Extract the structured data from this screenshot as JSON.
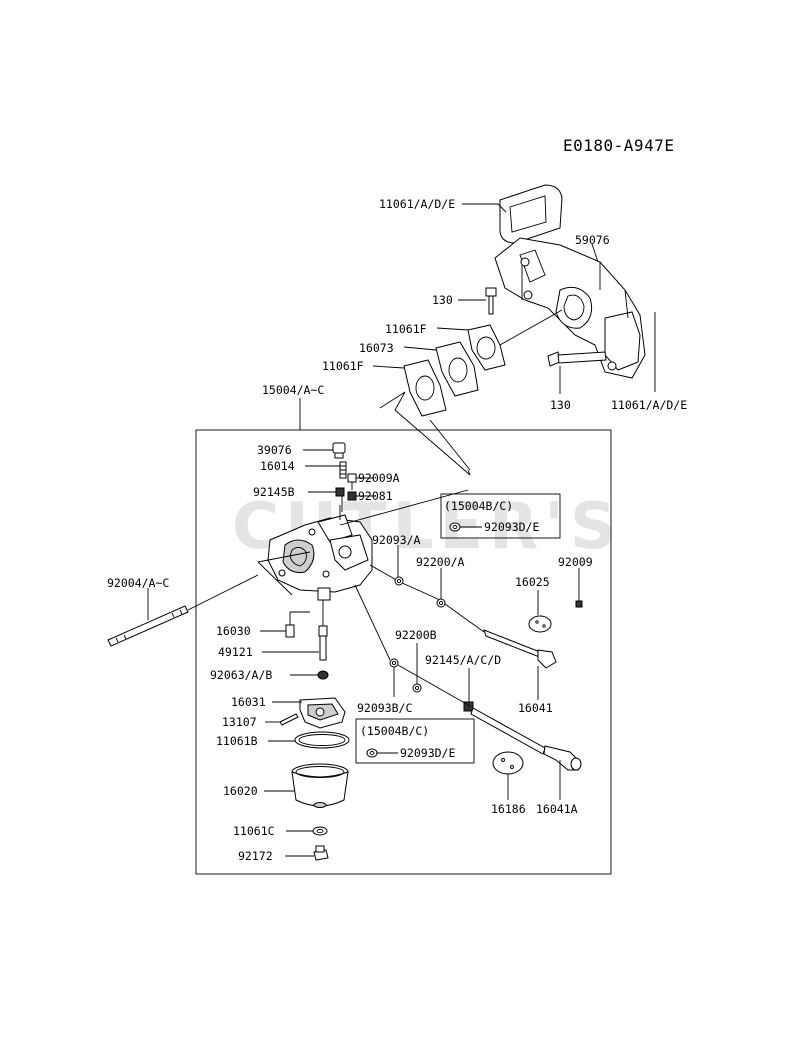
{
  "diagram_code": "E0180-A947E",
  "watermark": "CUTLER'S",
  "labels": {
    "l_11061ade_top": "11061/A/D/E",
    "l_59076": "59076",
    "l_130_a": "130",
    "l_11061f_a": "11061F",
    "l_16073": "16073",
    "l_11061f_b": "11061F",
    "l_130_b": "130",
    "l_11061ade_bot": "11061/A/D/E",
    "l_15004": "15004/A~C",
    "l_39076": "39076",
    "l_16014": "16014",
    "l_92009a": "92009A",
    "l_92145b": "92145B",
    "l_92081": "92081",
    "l_box1_title": "(15004B/C)",
    "l_box1_part": "92093D/E",
    "l_92093a": "92093/A",
    "l_92200a": "92200/A",
    "l_92009": "92009",
    "l_16025": "16025",
    "l_92004": "92004/A~C",
    "l_16030": "16030",
    "l_49121": "49121",
    "l_92200b": "92200B",
    "l_92145acd": "92145/A/C/D",
    "l_92063": "92063/A/B",
    "l_16041": "16041",
    "l_92093bc": "92093B/C",
    "l_16031": "16031",
    "l_13107": "13107",
    "l_11061b": "11061B",
    "l_box2_title": "(15004B/C)",
    "l_box2_part": "92093D/E",
    "l_16020": "16020",
    "l_16186": "16186",
    "l_16041a": "16041A",
    "l_11061c": "11061C",
    "l_92172": "92172"
  },
  "icons": [
    "gasket",
    "intake-manifold",
    "bolt",
    "carburetor",
    "float",
    "float-bowl",
    "throttle-shaft",
    "choke-shaft",
    "butterfly-plate",
    "washer",
    "nut",
    "stud"
  ]
}
